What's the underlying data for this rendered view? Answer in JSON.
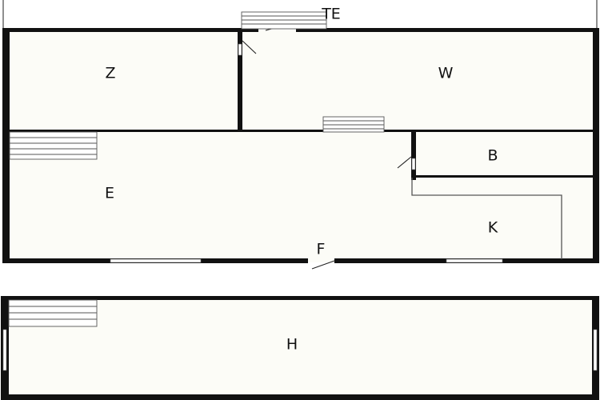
{
  "colors": {
    "wall": "#111111",
    "floor": "#fcfcf7",
    "window": "#ffffff",
    "stair": "#555555"
  },
  "rooms": {
    "te": "TE",
    "z": "Z",
    "w": "W",
    "b": "B",
    "e": "E",
    "k": "K",
    "f": "F",
    "h": "H"
  }
}
